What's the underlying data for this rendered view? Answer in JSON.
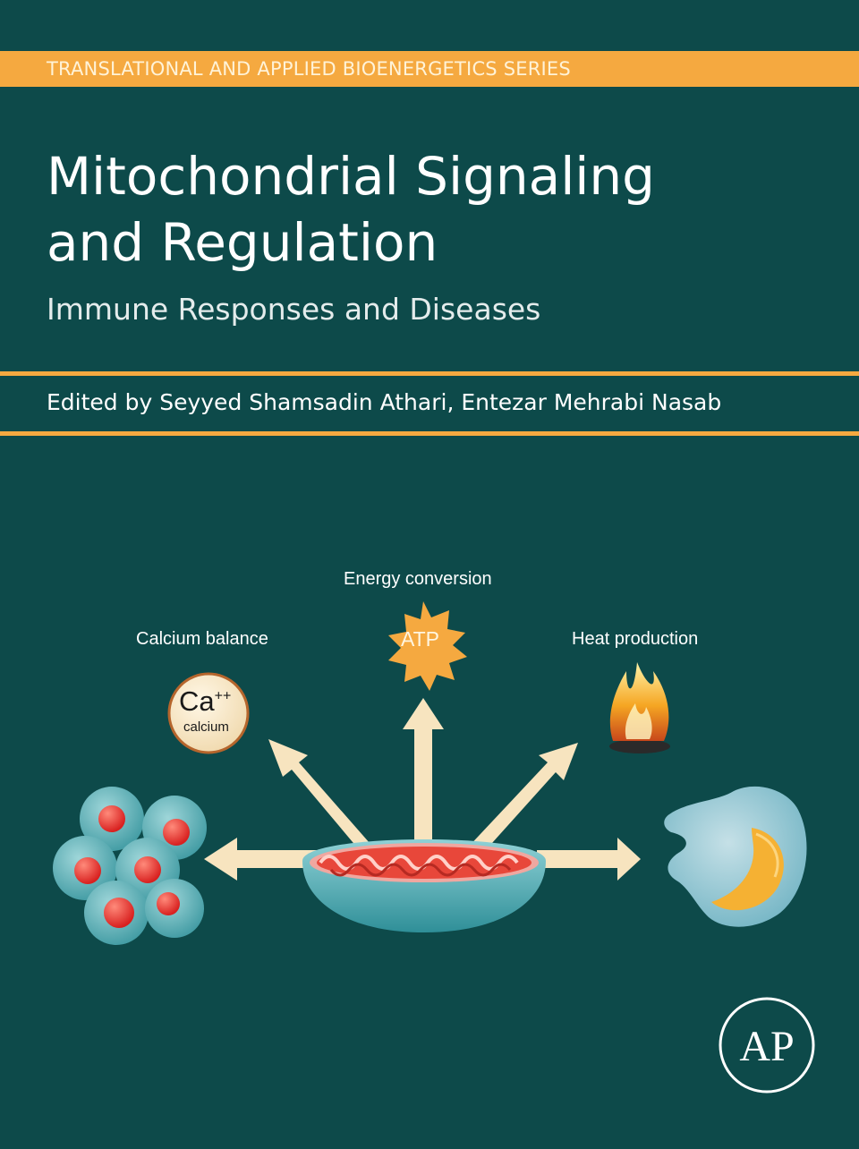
{
  "series": {
    "name": "TRANSLATIONAL AND APPLIED BIOENERGETICS SERIES"
  },
  "book": {
    "title_line1": "Mitochondrial Signaling",
    "title_line2": "and Regulation",
    "subtitle": "Immune Responses and Diseases",
    "editors": "Edited by Seyyed Shamsadin Athari, Entezar Mehrabi Nasab"
  },
  "illustration": {
    "energy_label": "Energy conversion",
    "atp_label": "ATP",
    "calcium_label": "Calcium balance",
    "calcium_symbol": "Ca",
    "calcium_charge": "++",
    "calcium_word": "calcium",
    "heat_label": "Heat production"
  },
  "publisher": {
    "logo_letters": "AP"
  },
  "colors": {
    "background": "#0d4a4a",
    "accent": "#f5a940",
    "arrow": "#f7e4bf",
    "mitochondrion": "#e8473a"
  }
}
